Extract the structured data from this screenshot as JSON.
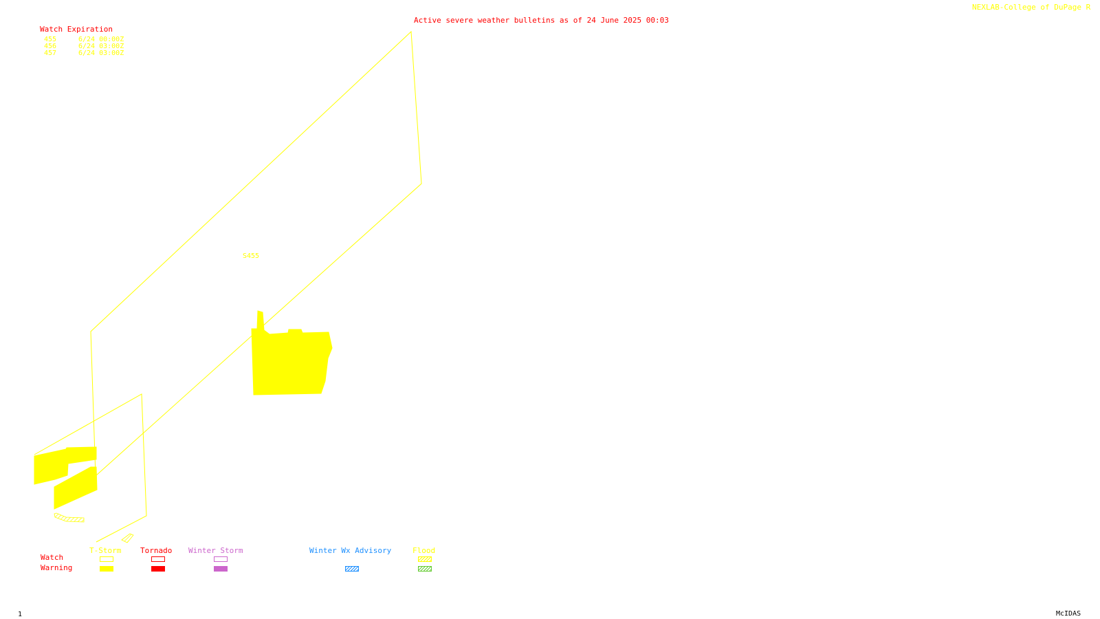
{
  "header": {
    "bulletin_title": "Active severe weather bulletins as of 24 June 2025 00:03",
    "source_credit": "NEXLAB-College of DuPage R"
  },
  "watch_expiration": {
    "title": "Watch Expiration",
    "rows": [
      {
        "id": "455",
        "time": "6/24 00:00Z"
      },
      {
        "id": "456",
        "time": "6/24 03:00Z"
      },
      {
        "id": "457",
        "time": "6/24 03:00Z"
      }
    ]
  },
  "map": {
    "watch_label": "S455"
  },
  "legend": {
    "row_watch": "Watch",
    "row_warning": "Warning",
    "categories": [
      {
        "label": "T-Storm",
        "color": "#ffff00"
      },
      {
        "label": "Tornado",
        "color": "#ff0000"
      },
      {
        "label": "Winter Storm",
        "color": "#cc66cc"
      },
      {
        "label": "Winter Wx Advisory",
        "color": "#1e90ff"
      },
      {
        "label": "Flood",
        "color": "#ffff00",
        "warning_color": "#66cc33"
      }
    ]
  },
  "footer": {
    "frame_number": "1",
    "software": "McIDAS"
  }
}
